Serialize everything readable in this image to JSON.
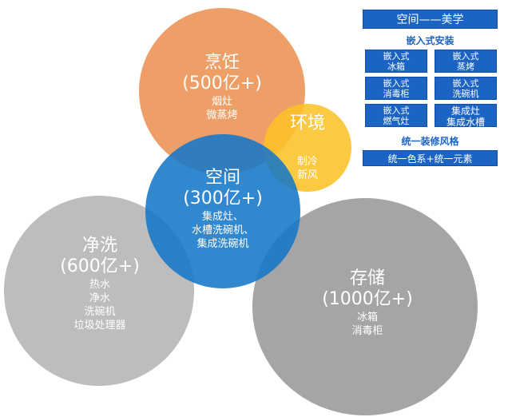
{
  "colors": {
    "cooking": "#ee9f68",
    "environment": "#fcc73c",
    "space": "#2a83cc",
    "washing": "#bdbdbd",
    "storage": "#a5a5a5",
    "panel_blue": "#1c64c4"
  },
  "circles": {
    "cooking": {
      "title": "烹饪",
      "amount": "(500亿+)",
      "items": [
        "烟灶",
        "微蒸烤"
      ]
    },
    "environment": {
      "title": "环境",
      "items": [
        "制冷",
        "新风"
      ]
    },
    "space": {
      "title": "空间",
      "amount": "(300亿+)",
      "items": [
        "集成灶、",
        "水槽洗碗机、",
        "集成洗碗机"
      ]
    },
    "washing": {
      "title": "净洗",
      "amount": "(600亿+)",
      "items": [
        "热水",
        "净水",
        "洗碗机",
        "垃圾处理器"
      ]
    },
    "storage": {
      "title": "存储",
      "amount": "(1000亿+)",
      "items": [
        "冰箱",
        "消毒柜"
      ]
    }
  },
  "panel": {
    "header": "空间——美学",
    "section1_title": "嵌入式安装",
    "cells": [
      {
        "line1": "嵌入式",
        "line2": "冰箱"
      },
      {
        "line1": "嵌入式",
        "line2": "蒸烤"
      },
      {
        "line1": "嵌入式",
        "line2": "消毒柜"
      },
      {
        "line1": "嵌入式",
        "line2": "洗碗机"
      },
      {
        "line1": "嵌入式",
        "line2": "燃气灶"
      },
      {
        "line1": "集成灶",
        "line2": "集成水槽"
      }
    ],
    "section2_title": "统一装修风格",
    "bottom": "统一色系+统一元素"
  }
}
